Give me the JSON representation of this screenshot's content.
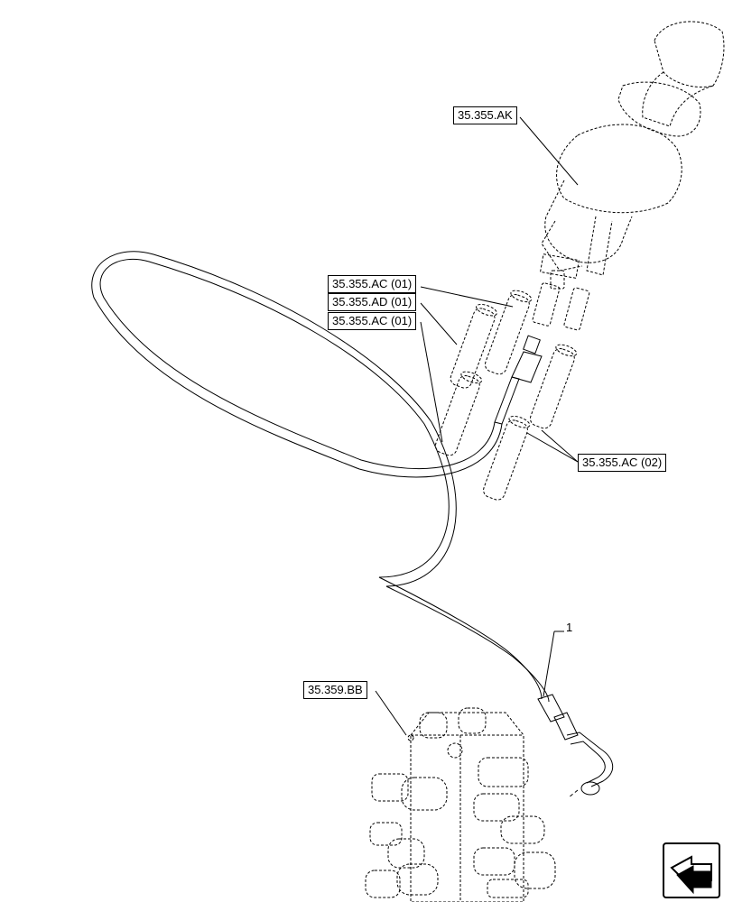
{
  "callouts": {
    "ak": "35.355.AK",
    "ac01_a": "35.355.AC (01)",
    "ad01": "35.355.AD (01)",
    "ac01_b": "35.355.AC (01)",
    "ac02": "35.355.AC (02)",
    "bb": "35.359.BB"
  },
  "item_number": "1",
  "icons": {
    "navigation": "next-page-arrow-icon"
  }
}
